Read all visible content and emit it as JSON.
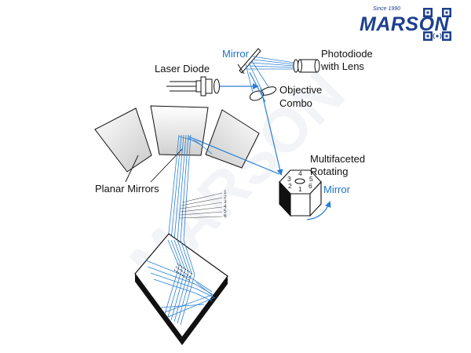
{
  "brand": {
    "since": "Since 1990",
    "name": "MARSON",
    "watermark": "MARSON",
    "color": "#1c3f8f"
  },
  "labels": {
    "mirror": "Mirror",
    "photodiode_line1": "Photodiode",
    "photodiode_line2": "with Lens",
    "laser_diode": "Laser Diode",
    "objective_line1": "Objective",
    "objective_line2": "Combo",
    "multifaceted_line1": "Multifaceted",
    "multifaceted_line2": "Rotating",
    "rotating_mirror": "Mirror",
    "planar_mirrors": "Planar Mirrors"
  },
  "beam_numbers": [
    "1",
    "2",
    "3",
    "4",
    "5",
    "6"
  ],
  "facet_numbers": [
    "4",
    "3",
    "5",
    "2",
    "6",
    "1"
  ],
  "colors": {
    "beam": "#2a7fd4",
    "outline": "#111111",
    "label_accent": "#1c73c9"
  }
}
